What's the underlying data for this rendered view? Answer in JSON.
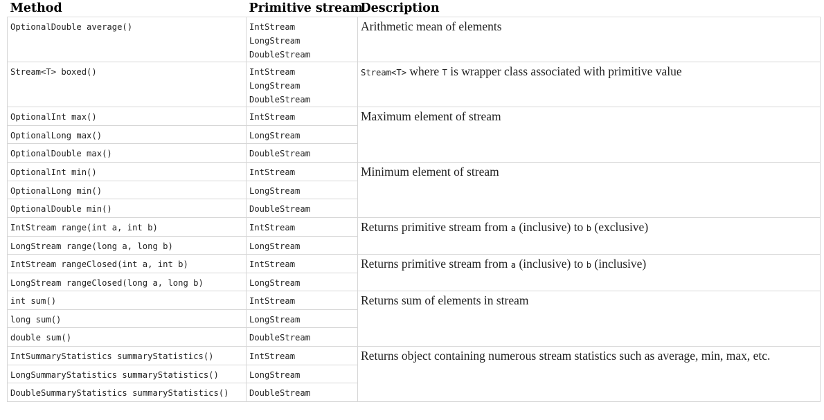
{
  "headers": {
    "method": "Method",
    "primitive_stream": "Primitive stream",
    "description": "Description"
  },
  "rows": {
    "average": {
      "method": "OptionalDouble average()",
      "streams": [
        "IntStream",
        "LongStream",
        "DoubleStream"
      ],
      "description": "Arithmetic mean of elements"
    },
    "boxed": {
      "method": "Stream<T> boxed()",
      "streams": [
        "IntStream",
        "LongStream",
        "DoubleStream"
      ],
      "description_code1": "Stream<T>",
      "description_text1": " where ",
      "description_code2": "T",
      "description_text2": " is wrapper class associated with primitive value"
    },
    "max": {
      "methods": [
        "OptionalInt max()",
        "OptionalLong max()",
        "OptionalDouble max()"
      ],
      "streams": [
        "IntStream",
        "LongStream",
        "DoubleStream"
      ],
      "description": "Maximum element of stream"
    },
    "min": {
      "methods": [
        "OptionalInt min()",
        "OptionalLong min()",
        "OptionalDouble min()"
      ],
      "streams": [
        "IntStream",
        "LongStream",
        "DoubleStream"
      ],
      "description": "Minimum element of stream"
    },
    "range": {
      "methods": [
        "IntStream range(int a, int b)",
        "LongStream range(long a, long b)"
      ],
      "streams": [
        "IntStream",
        "LongStream"
      ],
      "desc_text1": "Returns primitive stream from ",
      "desc_code1": "a",
      "desc_text2": " (inclusive) to ",
      "desc_code2": "b",
      "desc_text3": " (exclusive)"
    },
    "rangeClosed": {
      "methods": [
        "IntStream rangeClosed(int a, int b)",
        "LongStream rangeClosed(long a, long b)"
      ],
      "streams": [
        "IntStream",
        "LongStream"
      ],
      "desc_text1": "Returns primitive stream from ",
      "desc_code1": "a",
      "desc_text2": " (inclusive) to ",
      "desc_code2": "b",
      "desc_text3": " (inclusive)"
    },
    "sum": {
      "methods": [
        "int sum()",
        "long sum()",
        "double sum()"
      ],
      "streams": [
        "IntStream",
        "LongStream",
        "DoubleStream"
      ],
      "description": "Returns sum of elements in stream"
    },
    "summaryStatistics": {
      "methods": [
        "IntSummaryStatistics summaryStatistics()",
        "LongSummaryStatistics summaryStatistics()",
        "DoubleSummaryStatistics summaryStatistics()"
      ],
      "streams": [
        "IntStream",
        "LongStream",
        "DoubleStream"
      ],
      "description": "Returns object containing numerous stream statistics such as average, min, max, etc."
    }
  }
}
